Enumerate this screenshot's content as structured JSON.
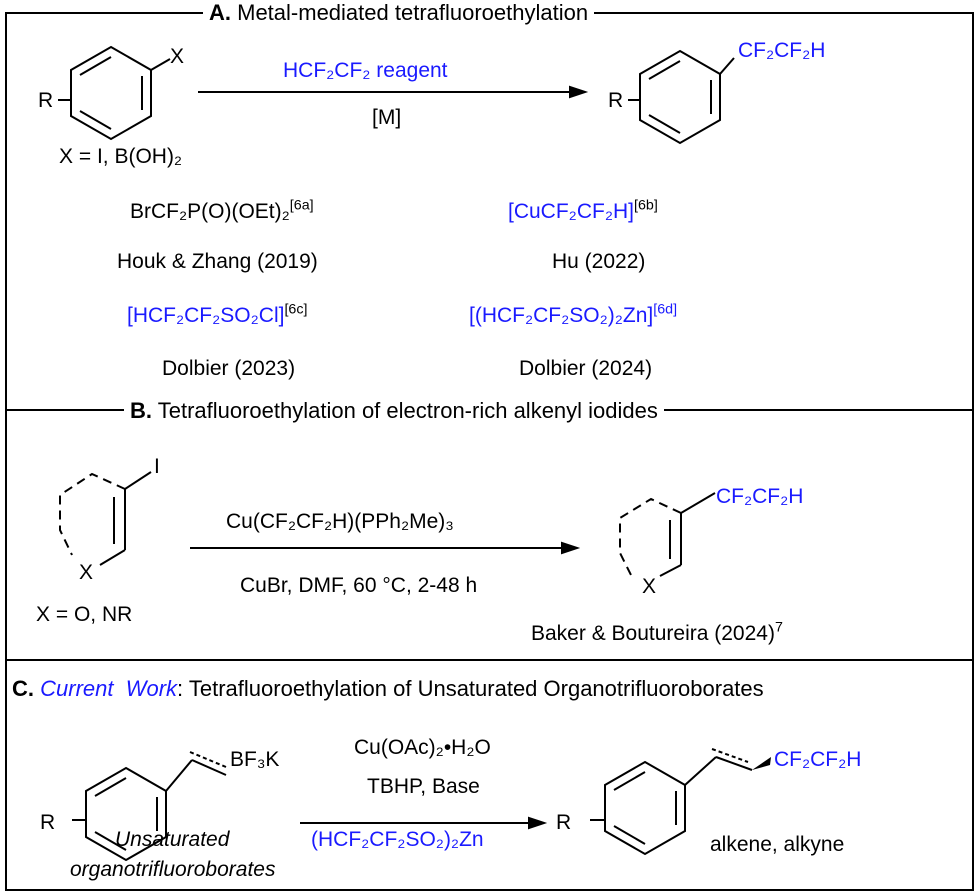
{
  "panel_a": {
    "label": "A.",
    "title": "Metal-mediated tetrafluoroethylation",
    "substituent_r": "R",
    "substituent_x": "X",
    "reagent_line": "HCF₂CF₂ reagent",
    "condition_line": "[M]",
    "x_definition": "X = I, B(OH)₂",
    "product_r": "R",
    "product_group": "CF₂CF₂H",
    "reagents": [
      {
        "formula": "BrCF₂P(O)(OEt)₂",
        "ref": "[6a]",
        "author": "Houk & Zhang (2019)"
      },
      {
        "formula": "[CuCF₂CF₂H]",
        "ref": "[6b]",
        "author": "Hu (2022)"
      },
      {
        "formula": "[HCF₂CF₂SO₂Cl]",
        "ref": "[6c]",
        "author": "Dolbier (2023)"
      },
      {
        "formula": "[(HCF₂CF₂SO₂)₂Zn]",
        "ref": "[6d]",
        "author": "Dolbier (2024)"
      }
    ]
  },
  "panel_b": {
    "label": "B.",
    "title": "Tetrafluoroethylation of electron-rich alkenyl iodides",
    "iodide": "I",
    "ring_x": "X",
    "x_definition": "X = O, NR",
    "reagent_line": "Cu(CF₂CF₂H)(PPh₂Me)₃",
    "condition_line": "CuBr, DMF, 60 °C, 2-48 h",
    "product_group": "CF₂CF₂H",
    "product_x": "X",
    "citation": "Baker & Boutureira (2024)",
    "citation_ref": "7"
  },
  "panel_c": {
    "label": "C.",
    "highlight": "Current  Work",
    "title": ": Tetrafluoroethylation of Unsaturated Organotrifluoroborates",
    "substituent_r": "R",
    "boron_group": "BF₃K",
    "substrate_name_1": "Unsaturated",
    "substrate_name_2": "organotrifluoroborates",
    "condition_1": "Cu(OAc)₂•H₂O",
    "condition_2": "TBHP, Base",
    "condition_3": "(HCF₂CF₂SO₂)₂Zn",
    "product_r": "R",
    "product_group": "CF₂CF₂H",
    "product_label": "alkene, alkyne"
  },
  "colors": {
    "accent": "#1a1aff",
    "line": "#000000"
  }
}
